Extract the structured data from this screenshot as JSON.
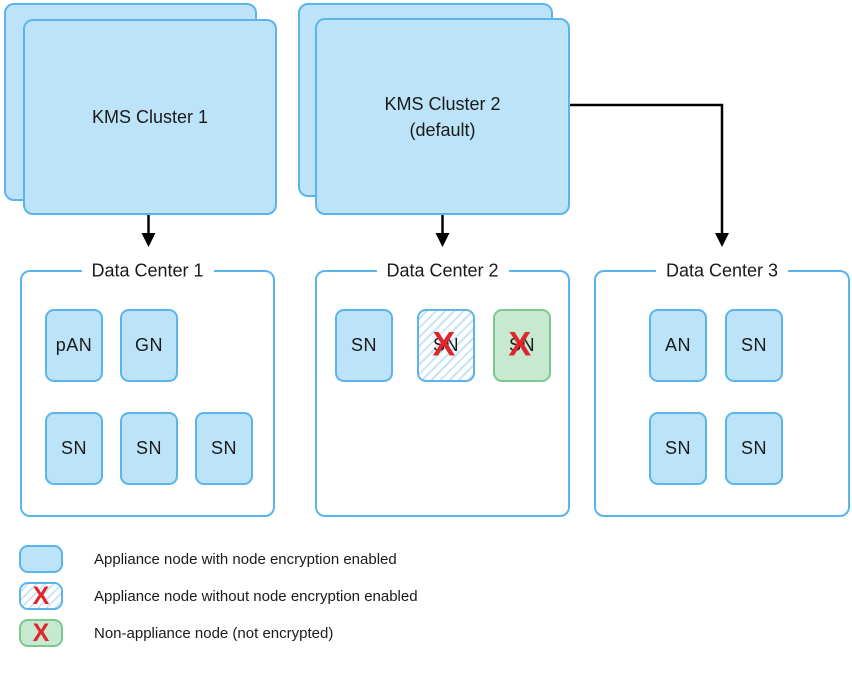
{
  "clusters": [
    {
      "title": "KMS Cluster 1",
      "subtitle": ""
    },
    {
      "title": "KMS Cluster 2",
      "subtitle": "(default)"
    }
  ],
  "data_centers": [
    {
      "title": "Data Center 1",
      "nodes": [
        {
          "label": "pAN",
          "type": "enabled"
        },
        {
          "label": "GN",
          "type": "enabled"
        },
        {
          "label": "SN",
          "type": "enabled"
        },
        {
          "label": "SN",
          "type": "enabled"
        },
        {
          "label": "SN",
          "type": "enabled"
        }
      ]
    },
    {
      "title": "Data Center 2",
      "nodes": [
        {
          "label": "SN",
          "type": "enabled"
        },
        {
          "label": "SN",
          "type": "no_encryption"
        },
        {
          "label": "SN",
          "type": "non_appliance"
        }
      ]
    },
    {
      "title": "Data Center 3",
      "nodes": [
        {
          "label": "AN",
          "type": "enabled"
        },
        {
          "label": "SN",
          "type": "enabled"
        },
        {
          "label": "SN",
          "type": "enabled"
        },
        {
          "label": "SN",
          "type": "enabled"
        }
      ]
    }
  ],
  "legend": [
    {
      "swatch": "enabled",
      "label": "Appliance node with node encryption enabled"
    },
    {
      "swatch": "no_encryption",
      "label": "Appliance node without node encryption enabled"
    },
    {
      "swatch": "non_appliance",
      "label": "Non-appliance node (not encrypted)"
    }
  ],
  "marks": {
    "x": "X"
  },
  "colors": {
    "node_fill": "#BDE3F8",
    "node_border": "#5BB4EC",
    "hatch_stripe": "#C9E4F6",
    "green_fill": "#C6E9CF",
    "green_border": "#7EC88F",
    "x_red": "#DF262C",
    "line": "#000000"
  }
}
